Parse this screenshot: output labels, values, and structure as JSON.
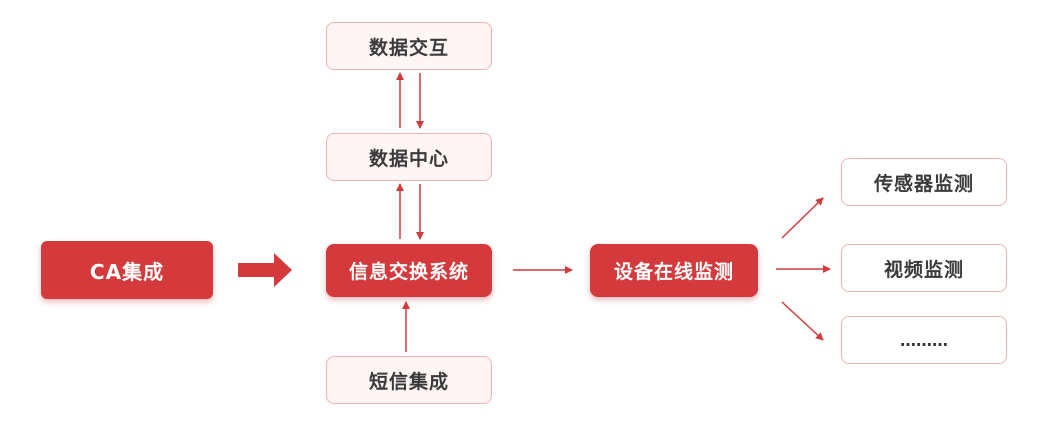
{
  "nodes": {
    "ca": "CA集成",
    "hub": "信息交换系统",
    "data_exchange": "数据交互",
    "data_center": "数据中心",
    "sms": "短信集成",
    "device": "设备在线监测",
    "sensor": "传感器监测",
    "video": "视频监测",
    "more": "………"
  },
  "colors": {
    "accent": "#d43a3b",
    "light_fill": "#fff5f5",
    "border": "#f0b3b3"
  }
}
